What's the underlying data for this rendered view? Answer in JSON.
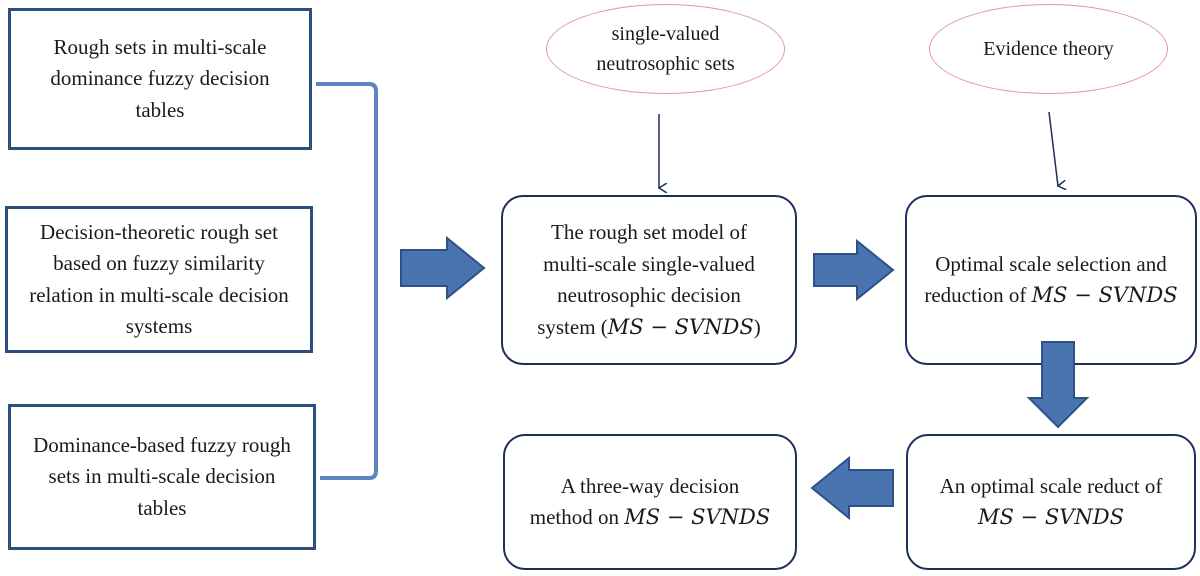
{
  "left_boxes": [
    {
      "lines": [
        "Rough sets in multi-scale",
        "dominance fuzzy decision",
        "tables"
      ]
    },
    {
      "lines": [
        "Decision-theoretic rough set",
        "based on fuzzy similarity",
        "relation in multi-scale decision",
        "systems"
      ]
    },
    {
      "lines": [
        "Dominance-based fuzzy rough",
        "sets in multi-scale decision",
        "tables"
      ]
    }
  ],
  "ellipses": {
    "svns": {
      "lines": [
        "single-valued",
        "neutrosophic sets"
      ]
    },
    "evidence": {
      "lines": [
        "Evidence theory"
      ]
    }
  },
  "model_box": {
    "lines": [
      "The rough set model of",
      "multi-scale single-valued",
      "neutrosophic decision"
    ],
    "line4_prefix": "system (",
    "line4_math": "MS − SVNDS",
    "line4_suffix": ")"
  },
  "optimal_box": {
    "line1": "Optimal scale selection and",
    "line2_prefix": "reduction of  ",
    "line2_math": "MS − SVNDS"
  },
  "reduct_box": {
    "line1": "An optimal scale reduct of",
    "line2_math": "MS − SVNDS"
  },
  "threeway_box": {
    "line1": "A three-way decision",
    "line2_prefix": "method on  ",
    "line2_math": "MS − SVNDS"
  },
  "colors": {
    "block_arrow": "#4a74b0",
    "block_arrow_edge": "#2e5286",
    "bracket": "#5b86c2",
    "thin_arrow": "#1f2d5a"
  }
}
